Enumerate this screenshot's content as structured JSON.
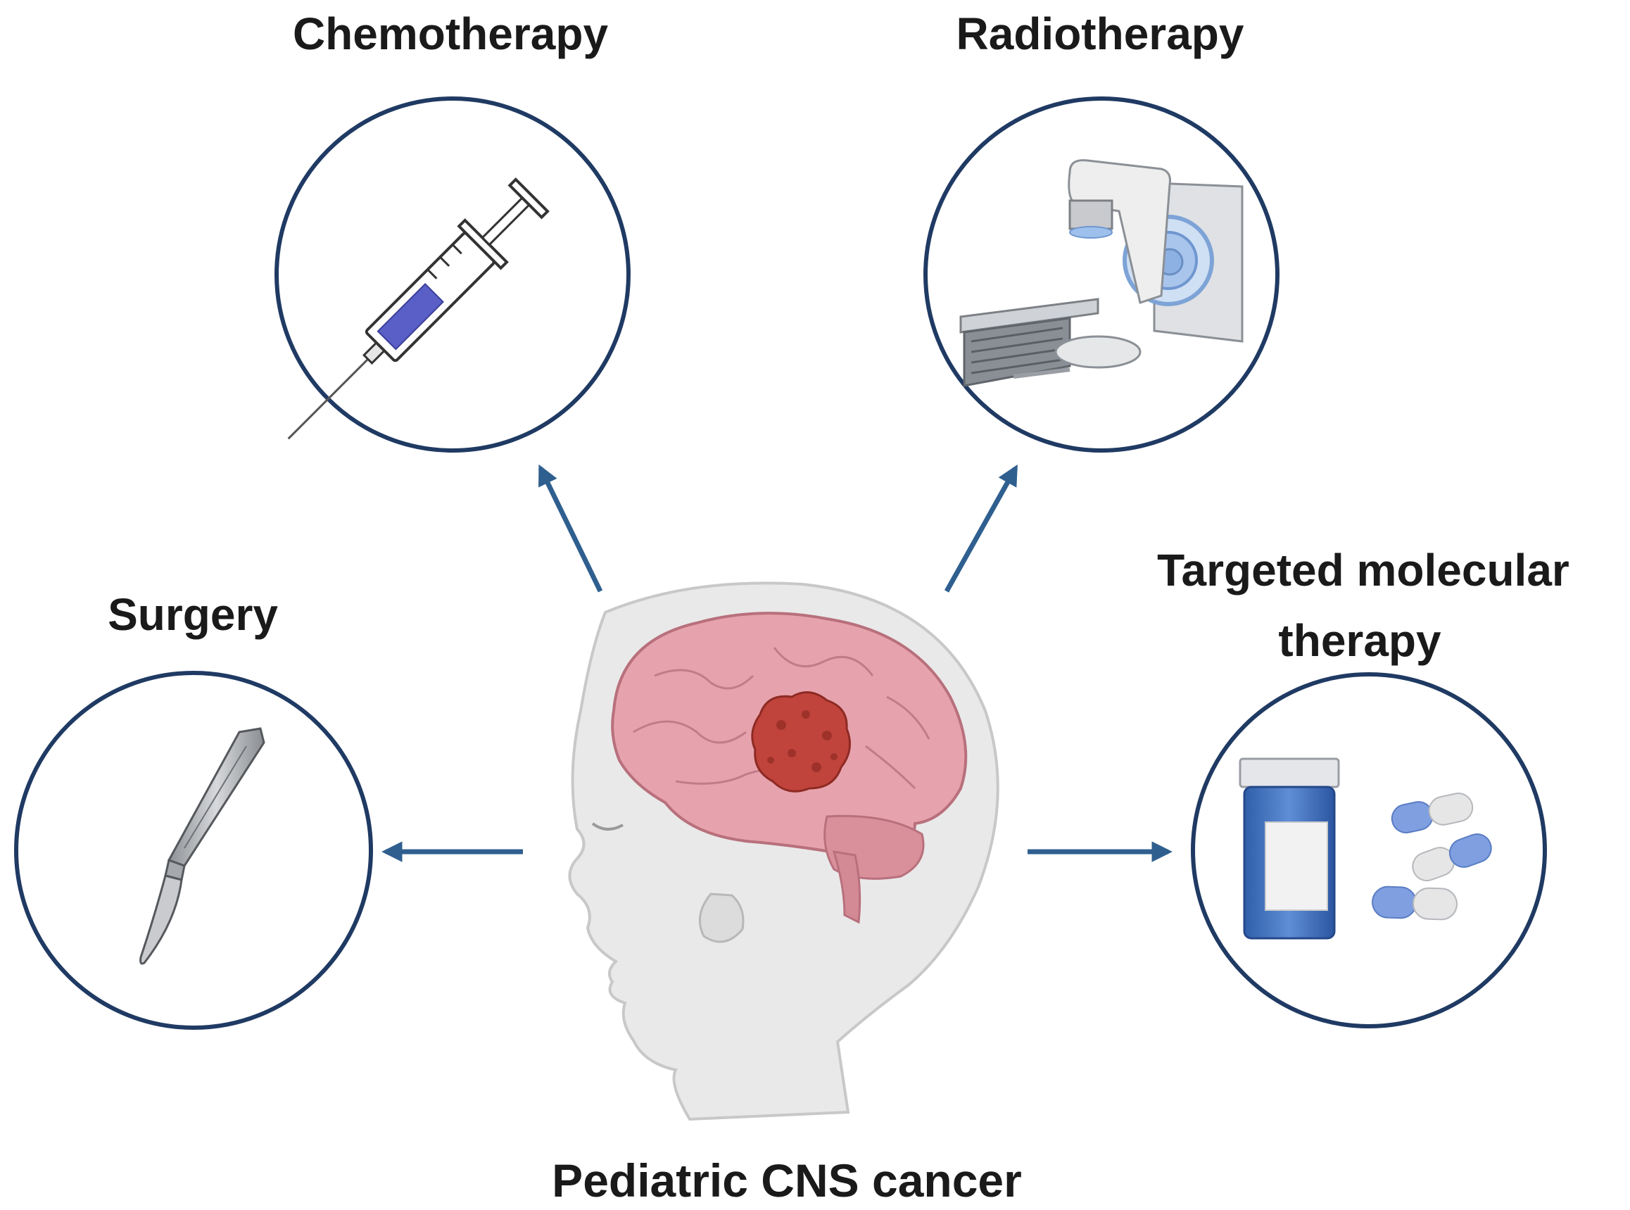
{
  "diagram": {
    "center": {
      "label": "Pediatric CNS cancer",
      "illustration": "infant-head-with-brain-tumor"
    },
    "treatments": [
      {
        "id": "chemotherapy",
        "label": "Chemotherapy",
        "icon": "syringe-icon"
      },
      {
        "id": "radiotherapy",
        "label": "Radiotherapy",
        "icon": "radiotherapy-machine-icon"
      },
      {
        "id": "surgery",
        "label": "Surgery",
        "icon": "scalpel-icon"
      },
      {
        "id": "targeted",
        "label_lines": [
          "Targeted molecular",
          "therapy"
        ],
        "icon": "pill-bottle-capsules-icon"
      }
    ]
  },
  "colors": {
    "circle_stroke": "#1f3a63",
    "arrow": "#2f5f8f",
    "brain": "#e7a3ad",
    "tumor": "#c0443c",
    "skin": "#e9e9e9",
    "text": "#1a1a1a"
  }
}
